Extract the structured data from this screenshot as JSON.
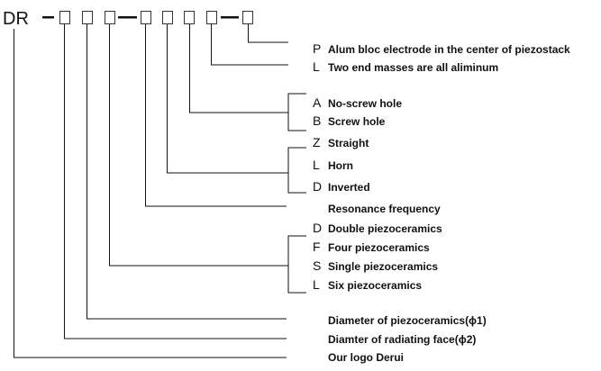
{
  "code": {
    "prefix": "DR"
  },
  "options": [
    {
      "letter": "P",
      "text": "Alum bloc electrode in the center of piezostack"
    },
    {
      "letter": "L",
      "text": "Two end masses are all aliminum"
    },
    {
      "letter": "A",
      "text": "No-screw hole"
    },
    {
      "letter": "B",
      "text": "Screw hole"
    },
    {
      "letter": "Z",
      "text": "Straight"
    },
    {
      "letter": "L",
      "text": "Horn"
    },
    {
      "letter": "D",
      "text": "Inverted"
    },
    {
      "letter": "",
      "text": "Resonance frequency"
    },
    {
      "letter": "D",
      "text": "Double piezoceramics"
    },
    {
      "letter": "F",
      "text": "Four piezoceramics"
    },
    {
      "letter": "S",
      "text": "Single piezoceramics"
    },
    {
      "letter": "L",
      "text": "Six piezoceramics"
    },
    {
      "letter": "",
      "text": "Diameter of piezoceramics(ϕ1)"
    },
    {
      "letter": "",
      "text": "Diamter of radiating face(ϕ2)"
    },
    {
      "letter": "",
      "text": "Our logo Derui"
    }
  ]
}
